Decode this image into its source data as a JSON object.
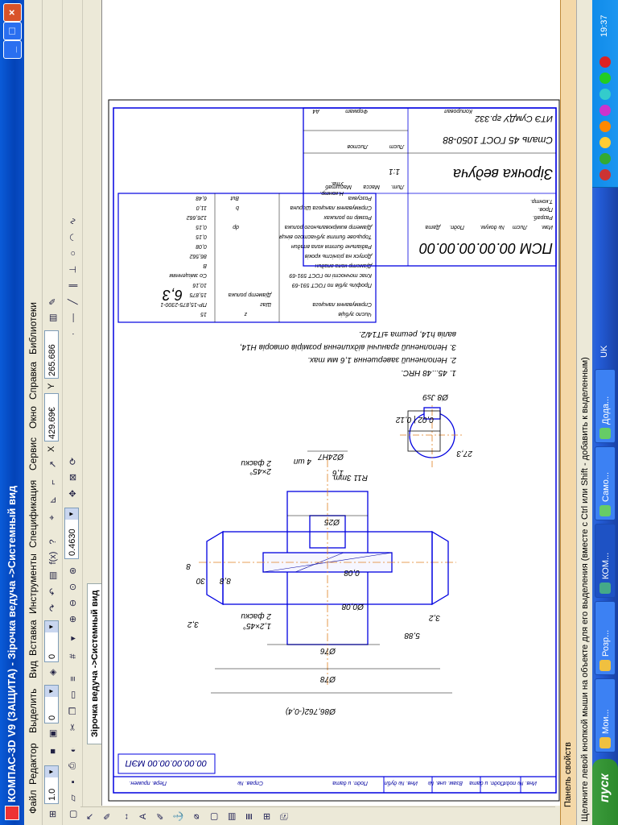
{
  "window": {
    "title": "КОМПАС-3D V9 (ЗАЩИТА) - Зірочка ведуча ->Системный вид",
    "minimize": "_",
    "maximize": "□",
    "close": "×"
  },
  "menu": [
    "Файл",
    "Редактор",
    "Выделить",
    "Вид",
    "Вставка",
    "Инструменты",
    "Спецификация",
    "Сервис",
    "Окно",
    "Справка",
    "Библиотеки"
  ],
  "toolbar": {
    "scale": "1.0",
    "layer": "0",
    "style": "0",
    "zoom": "0.4630",
    "coord_x": "429.69€",
    "coord_y": "265.686",
    "y_label": "Y"
  },
  "document_tab": "Зірочка ведуча ->Системный вид",
  "drawing": {
    "doc_code": "ПСМ 00.00.00.00.00",
    "doc_code_rotated": "00.00.00.00.00 МЭП",
    "part_name": "Зірочка ведуча",
    "material": "Сталь 45 ГОСТ 1050-88",
    "org": "ИТЭ СумДУ гр.332",
    "scale_val": "1:1",
    "copy_label": "Копировал",
    "format_label": "Формат",
    "format_val": "А4",
    "roughness": "6,3",
    "notes": [
      "1. 45...48 HRC.",
      "2. Неполнений завершення 1,6 мм тах.",
      "3. Неполнений граничні відхилення розмірів отворів Н14,",
      "валів h14, решта ±IT14/2."
    ],
    "table_rows": [
      [
        "Число зубців",
        "z",
        "15"
      ],
      [
        "Спрямування ланцюга",
        "Шаг",
        "ПР-15,875-2300-1"
      ],
      [
        "",
        "Діаметр ролика",
        "15,875"
      ],
      [
        "Профіль зубів по ГОСТ 591-69",
        "",
        "10,16"
      ],
      [
        "Клас точності по ГОСТ 591-69",
        "",
        "Со зміщенням"
      ],
      [
        "Діаметр кола впадин",
        "",
        "В"
      ],
      [
        "Допуск на різність кроків",
        "",
        "86,562"
      ],
      [
        "Радіальне биття кола впадин",
        "",
        "0,08"
      ],
      [
        "Торцьове биття зубчастого вінця",
        "",
        "0,15"
      ],
      [
        "Діаметр вимірювального ролика",
        "dp",
        "0,15"
      ],
      [
        "Розмір по роликах",
        "",
        "126,662"
      ],
      [
        "Спрямування ланцюга Ширина",
        "b",
        "11,0"
      ],
      [
        "Розсувка",
        "Вut",
        "6,48"
      ]
    ],
    "dims": {
      "d_outer": "Ø78",
      "d_hub": "Ø76",
      "d_bore": "Ø25",
      "d_pitch": "Ø86,762(-0,4)",
      "chamfer1": "2×45°",
      "chamfer2": "1,2×45°",
      "chamfer_text": "2 фаски",
      "tol1": "Ø0,08",
      "tol2": "0,08",
      "r_label": "R11 3mm",
      "rough_16": "1,6",
      "rough_32": "3,2",
      "key": "4 шп",
      "w30": "30",
      "w88": "8,8",
      "h273": "27,3",
      "s8": "8",
      "fit": "Ø8 Js9",
      "d_H7": "Ø24Н7",
      "tiny_block": "0,02 | 0,12",
      "d_rad": "5,88"
    },
    "stamp_cells": [
      "Изм.",
      "Лист",
      "№ докум.",
      "Подп.",
      "Дата",
      "Разраб.",
      "Пров.",
      "Т.контр.",
      "Н.контр.",
      "Утв.",
      "Лит.",
      "Масса",
      "Масштаб",
      "Лист",
      "Листов"
    ],
    "side_stamp": [
      "Инв. № подл.",
      "Подп. и дата",
      "Взам. инв. №",
      "Инв. № дубл.",
      "Подп. и дата",
      "Справ. №",
      "Перв. примен."
    ]
  },
  "property_panel": "Панель свойств",
  "status_text": "Щелкните левой кнопкой мыши на объекте для его выделения (вместе с Ctrl или Shift - добавить к выделенным)",
  "taskbar": {
    "start": "пуск",
    "tasks": [
      "Мои...",
      "Розр...",
      "КОМ...",
      "Само...",
      "Дода..."
    ],
    "lang": "UK",
    "time": "19:37"
  }
}
